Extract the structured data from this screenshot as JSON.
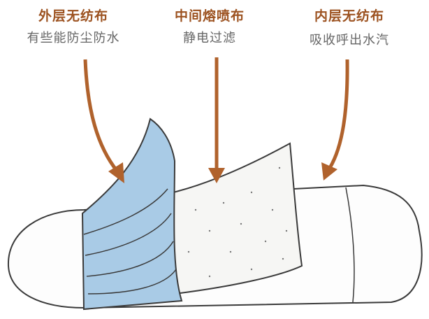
{
  "layers": [
    {
      "title": "外层无纺布",
      "description": "有些能防尘防水"
    },
    {
      "title": "中间熔喷布",
      "description": "静电过滤"
    },
    {
      "title": "内层无纺布",
      "description": "吸收呼出水汽"
    }
  ],
  "colors": {
    "title": "#9c5220",
    "arrow": "#b0622c",
    "outer_layer": "#a9cbe6",
    "outline": "#3a3a3a"
  }
}
